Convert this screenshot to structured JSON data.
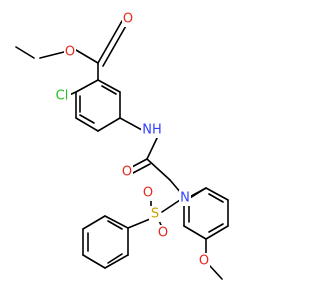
{
  "colors": {
    "bond": "#000000",
    "oxygen": "#e8281e",
    "nitrogen": "#3140ff",
    "chlorine": "#22c01e",
    "sulfur": "#cfa000",
    "carbon": "#000000"
  },
  "atoms": {
    "o_ester_carbonyl": "O",
    "o_ester_ether": "O",
    "cl": "Cl",
    "nh": "NH",
    "o_amide": "O",
    "n_sulfonamide": "N",
    "s": "S",
    "o_sulfonyl_1": "O",
    "o_sulfonyl_2": "O",
    "o_methoxy": "O"
  }
}
